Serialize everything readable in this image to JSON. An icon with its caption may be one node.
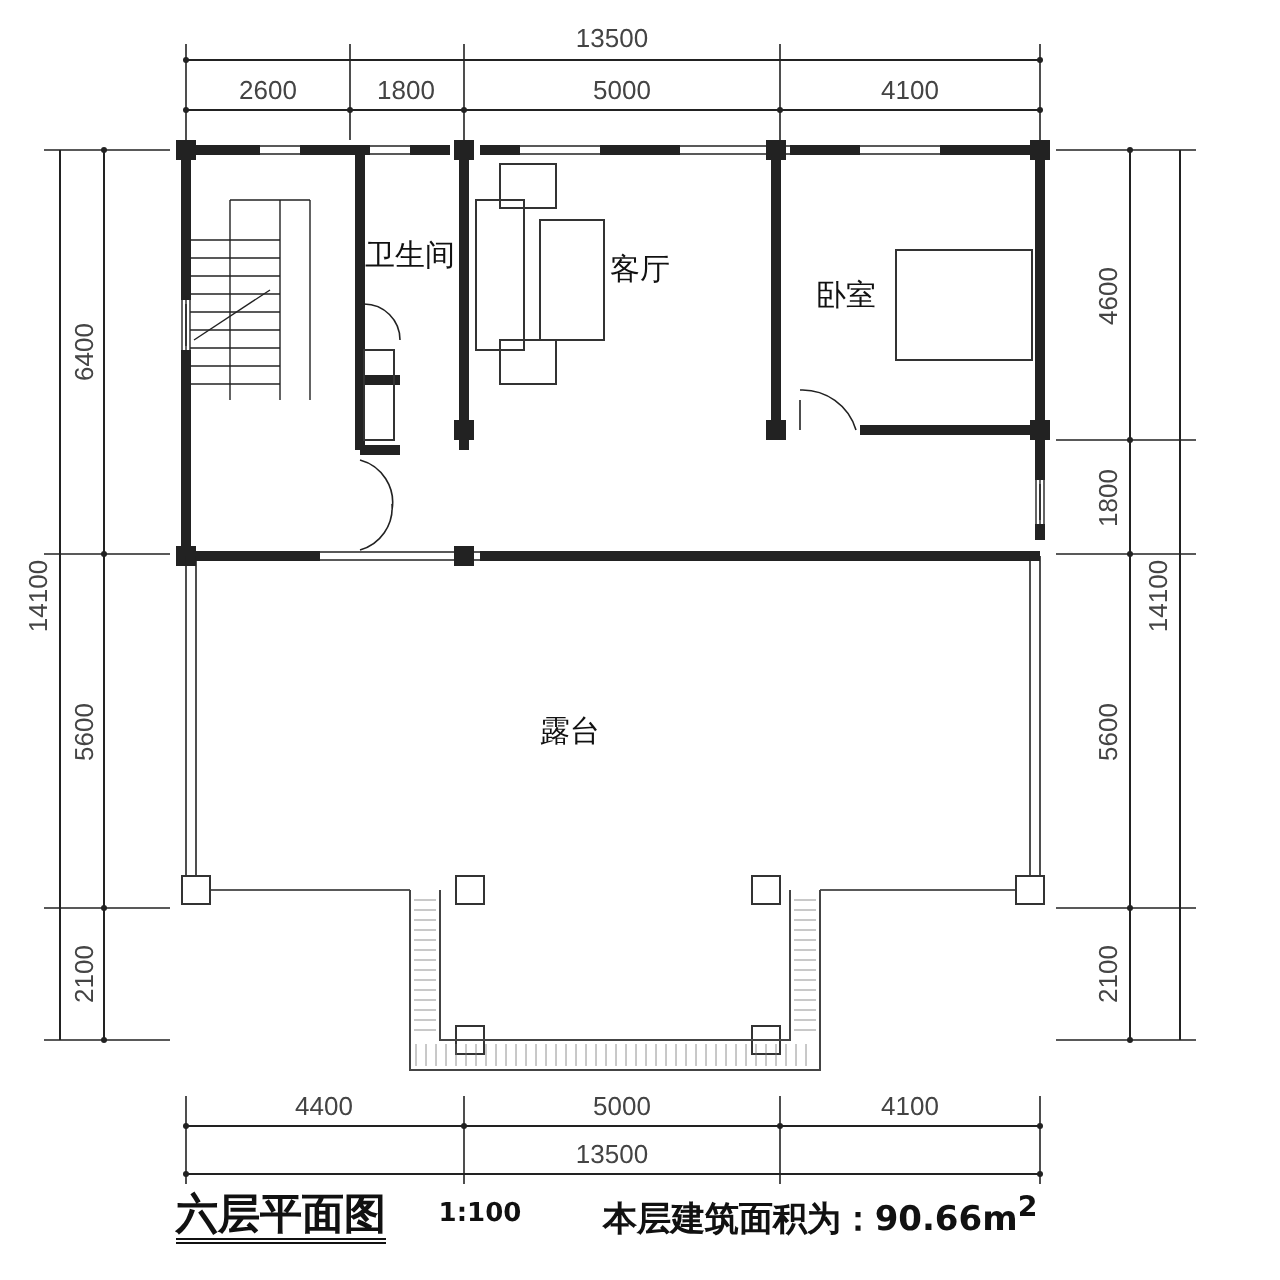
{
  "diagram": {
    "title": "六层平面图",
    "labels": [
      "13500",
      "2600",
      "1800",
      "5000",
      "4100",
      "6400",
      "14100",
      "5600",
      "2100",
      "4600",
      "1800",
      "14100",
      "5600",
      "2100",
      "卫生间",
      "客厅",
      "卧室",
      "露台",
      "4400",
      "5000",
      "4100",
      "13500",
      "1:100",
      "本层建筑面积为：90.66m$^{2}$"
    ]
  }
}
